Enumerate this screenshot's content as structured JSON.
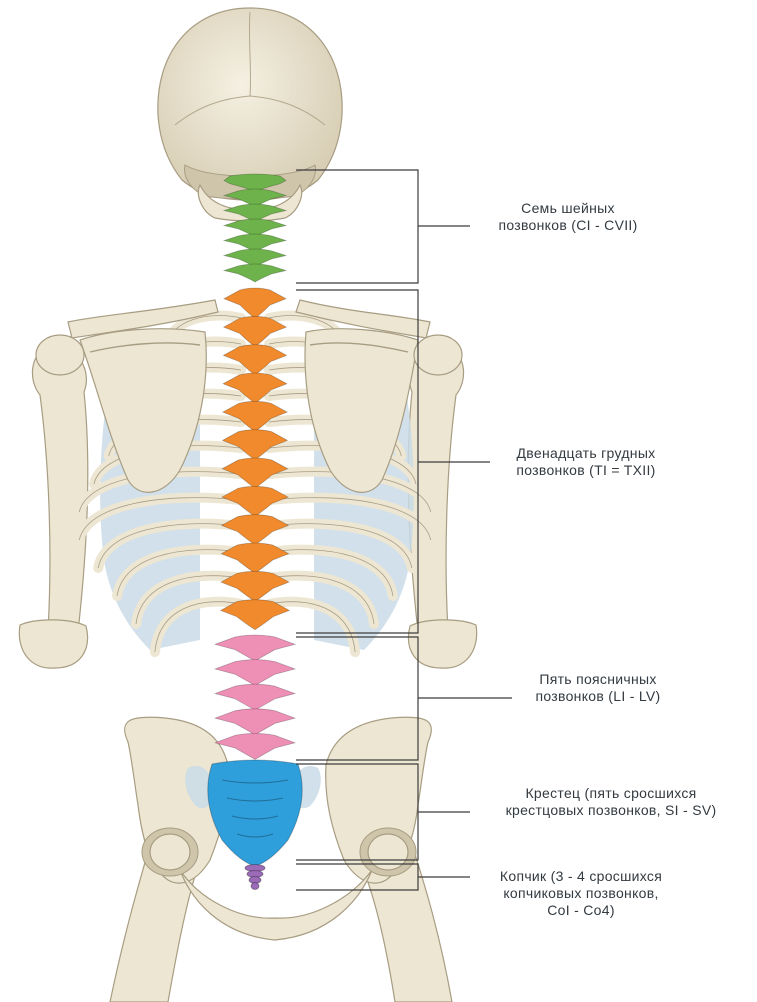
{
  "labels": {
    "cervical": {
      "line1": "Семь шейных",
      "line2": "позвонков (CI - CVII)"
    },
    "thoracic": {
      "line1": "Двенадцать грудных",
      "line2": "позвонков (TI = TXII)"
    },
    "lumbar": {
      "line1": "Пять поясничных",
      "line2": "позвонков (LI - LV)"
    },
    "sacrum": {
      "line1": "Крестец (пять сросшихся",
      "line2": "крестцовых позвонков, SI - SV)"
    },
    "coccyx": {
      "line1": "Копчик (3 - 4 сросшихся",
      "line2": "копчиковых позвонков,",
      "line3": "CoI - Co4)"
    }
  },
  "colors": {
    "bone": "#ede6d3",
    "bone_shadow": "#cfc5ab",
    "bone_outline": "#a89d82",
    "cartilage": "#c9dbe6",
    "cervical": "#6db24a",
    "thoracic": "#f08a2c",
    "lumbar": "#ee8fb6",
    "sacrum": "#2f9fdc",
    "coccyx": "#9b6bb8",
    "bracket": "#3c3c3c"
  },
  "vertebrae": {
    "cervical": 7,
    "thoracic": 12,
    "lumbar": 5,
    "sacral": 5,
    "coccygeal": 4
  }
}
